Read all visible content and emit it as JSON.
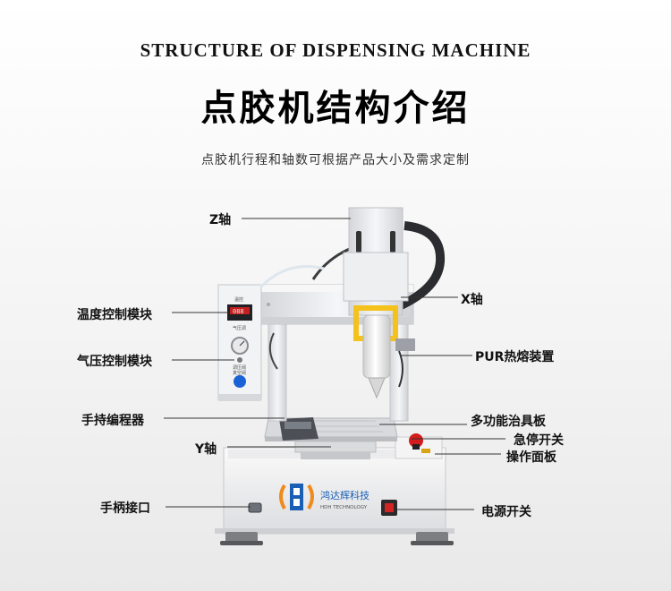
{
  "header": {
    "title_en": "STRUCTURE OF DISPENSING MACHINE",
    "title_cn": "点胶机结构介绍",
    "subtitle": "点胶机行程和轴数可根据产品大小及需求定制"
  },
  "labels": {
    "z_axis": "Z轴",
    "x_axis": "X轴",
    "temp_module": "温度控制模块",
    "air_module": "气压控制模块",
    "pur_device": "PUR热熔装置",
    "teach_pendant": "手持编程器",
    "fixture_plate": "多功能治具板",
    "y_axis": "Y轴",
    "emergency_stop": "急停开关",
    "control_panel": "操作面板",
    "handle_port": "手柄接口",
    "power_switch": "电源开关"
  },
  "machine": {
    "brand_text": "鸿达辉科技",
    "brand_sub": "HDH TECHNOLOGY",
    "temp_display": "088",
    "panel_top": "温控",
    "panel_mid": "气压调",
    "panel_low": "调压阀",
    "panel_bot": "真空阀"
  },
  "colors": {
    "frame": "#e6e7ea",
    "base": "#f1f1f3",
    "brand_blue": "#1a5fb4",
    "brand_orange": "#f08a1c",
    "estop_red": "#d31c1c",
    "heater_yellow": "#f4c21b"
  }
}
